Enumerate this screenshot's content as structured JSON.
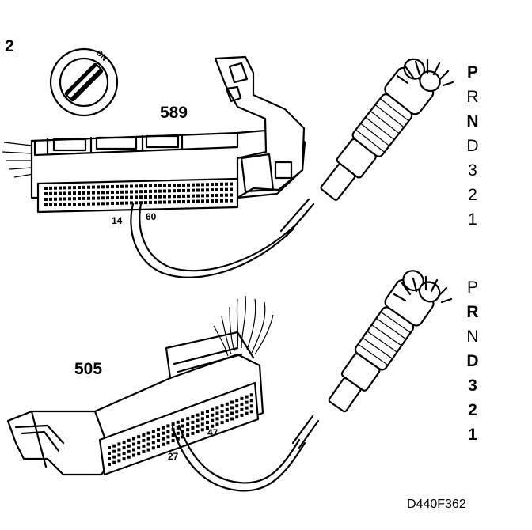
{
  "figure": {
    "number": "2",
    "ref_code": "D440F362"
  },
  "ignition": {
    "label": "ON"
  },
  "connector_top": {
    "label": "589",
    "pin_left": "14",
    "pin_right": "60"
  },
  "connector_bottom": {
    "label": "505",
    "pin_left": "27",
    "pin_right": "47"
  },
  "gear_top": [
    {
      "text": "P",
      "bold": true
    },
    {
      "text": "R",
      "bold": false
    },
    {
      "text": "N",
      "bold": true
    },
    {
      "text": "D",
      "bold": false
    },
    {
      "text": "3",
      "bold": false
    },
    {
      "text": "2",
      "bold": false
    },
    {
      "text": "1",
      "bold": false
    }
  ],
  "gear_bottom": [
    {
      "text": "P",
      "bold": false
    },
    {
      "text": "R",
      "bold": true
    },
    {
      "text": "N",
      "bold": false
    },
    {
      "text": "D",
      "bold": true
    },
    {
      "text": "3",
      "bold": true
    },
    {
      "text": "2",
      "bold": true
    },
    {
      "text": "1",
      "bold": true
    }
  ]
}
